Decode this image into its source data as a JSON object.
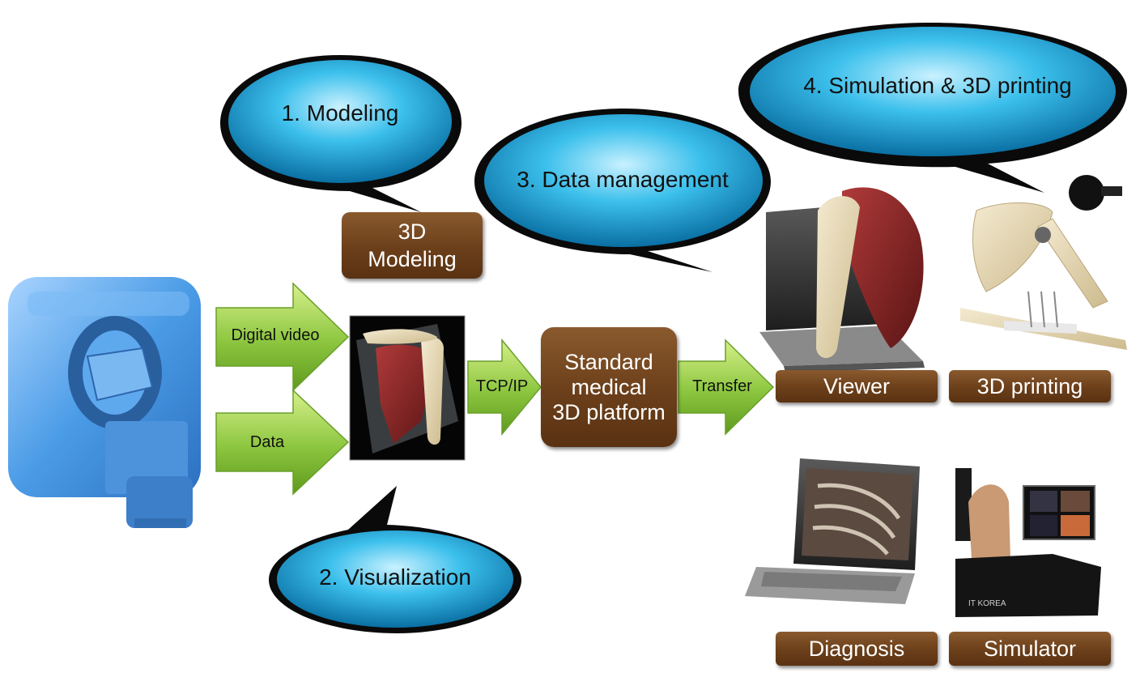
{
  "bubbles": {
    "modeling": "1. Modeling",
    "visualization": "2. Visualization",
    "data_management": "3. Data management",
    "simulation": "4. Simulation & 3D printing"
  },
  "boxes": {
    "modeling_line1": "3D",
    "modeling_line2": "Modeling",
    "platform_line1": "Standard",
    "platform_line2": "medical",
    "platform_line3": "3D platform",
    "viewer": "Viewer",
    "printing": "3D printing",
    "diagnosis": "Diagnosis",
    "simulator": "Simulator"
  },
  "arrows": {
    "digital_video": "Digital video",
    "data": "Data",
    "tcpip": "TCP/IP",
    "transfer": "Transfer"
  },
  "colors": {
    "bubble_fill": "#1aa6d8",
    "arrow_fill": "#8cc63f",
    "box_fill": "#6b3f1a",
    "scanner": "#4a9be6"
  },
  "watermark": "IT KOREA"
}
